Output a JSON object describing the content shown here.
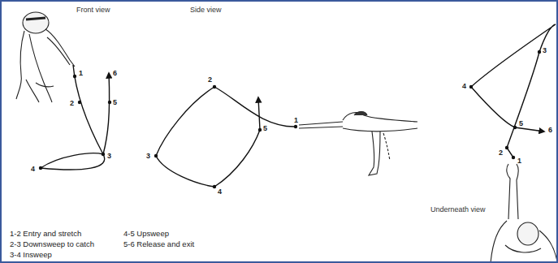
{
  "diagram": {
    "labels": [
      "Front view",
      "1",
      "2",
      "3",
      "4",
      "5",
      "6",
      "Side view",
      "1",
      "2",
      "3",
      "4",
      "5",
      "Underneath view",
      "1",
      "2",
      "3",
      "4",
      "5",
      "6",
      "1-2 Entry and stretch",
      "2-3 Downsweep to catch",
      "3-4 Insweep",
      "4-5 Upsweep",
      "5-6 Release and exit"
    ]
  }
}
